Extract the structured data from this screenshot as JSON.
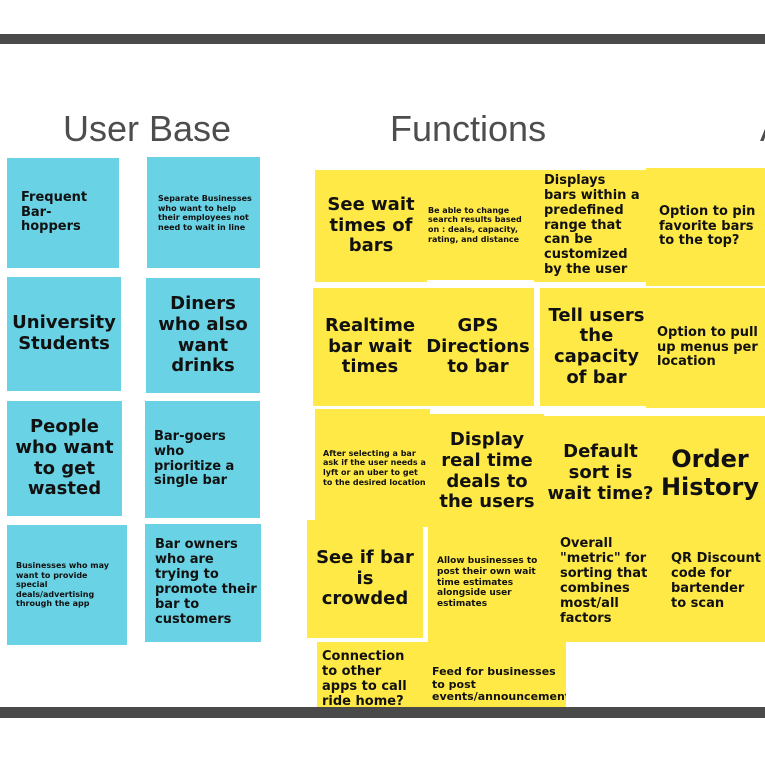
{
  "headings": {
    "user_base": "User Base",
    "functions": "Functions",
    "next_partial": "A"
  },
  "user_base_notes": [
    "Frequent Bar-hoppers",
    "Separate Businesses who want to help their employees not need to wait in line",
    "University Students",
    "Diners who also want drinks",
    "People who want to get wasted",
    "Bar-goers who prioritize a single bar",
    "Businesses who may want to provide special deals/advertising through the app",
    "Bar owners who are trying to promote their bar to customers"
  ],
  "function_notes": [
    "See wait times of bars",
    "Be able to change search results based on : deals, capacity, rating, and distance",
    "Displays bars within a predefined range that can be customized by the user",
    "Option to pin favorite bars to the top?",
    "Realtime bar wait times",
    "GPS Directions to bar",
    "Tell users the capacity of bar",
    "Option to pull up menus per location",
    "After selecting a bar ask if the user needs a lyft or an uber to get to the desired location",
    "Display real time deals to the users",
    "Default sort is wait time?",
    "Order History",
    "See if bar is crowded",
    "Allow businesses to post their own wait time estimates alongside user estimates",
    "Overall \"metric\" for sorting that combines most/all factors",
    "QR Discount code for bartender to scan",
    "Connection to other apps to call ride home?",
    "Feed for businesses to post events/announcement"
  ],
  "colors": {
    "user_note": "#69d2e4",
    "function_note": "#ffe947",
    "frame_bar": "#4a4a4a"
  }
}
